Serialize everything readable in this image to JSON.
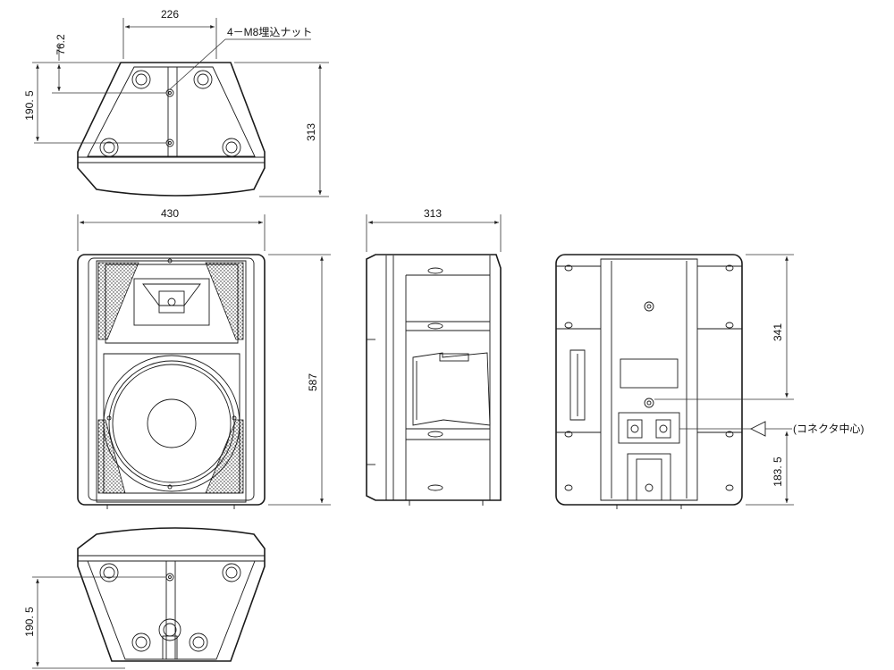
{
  "labels": {
    "top_width": "226",
    "top_inset": "76.2",
    "top_rows": "190. 5",
    "top_depth": "313",
    "nut_note": "4－M8埋込ナット",
    "front_width": "430",
    "front_height": "587",
    "side_depth": "313",
    "rear_upper": "341",
    "rear_lower": "183. 5",
    "connector_note": "(コネクタ中心)",
    "bottom_rows": "190. 5"
  }
}
